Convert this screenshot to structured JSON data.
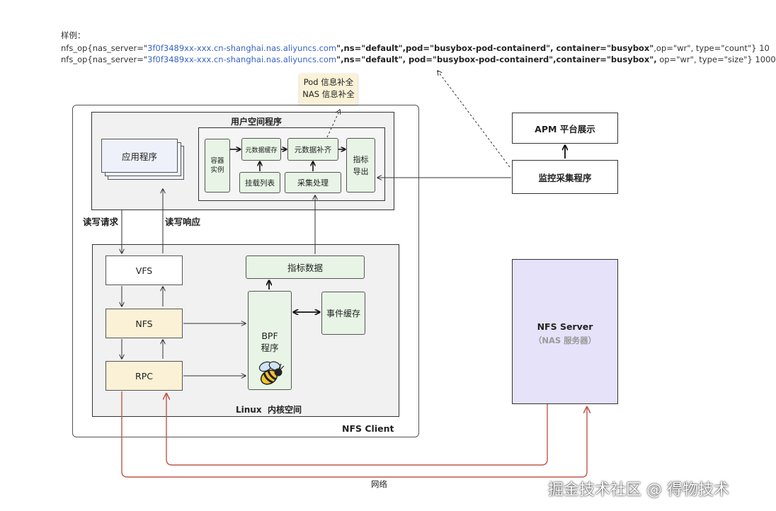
{
  "example": {
    "title": "样例：",
    "line1": {
      "prefix": "nfs_op{nas_server=\"",
      "server": "3f0f3489xx-xxx.cn-shanghai.nas.aliyuncs.com",
      "bold": "\",ns=\"default\",pod=\"busybox-pod-containerd\", container=\"busybox\"",
      "suffix": ",op=\"wr\", type=\"count\"} 10"
    },
    "line2": {
      "prefix": "nfs_op{nas_server=\"",
      "server": "3f0f3489xx-xxx.cn-shanghai.nas.aliyuncs.com",
      "bold": "\",ns=\"default\", pod=\"busybox-pod-containerd\",container=\"busybox\",",
      "suffix": " op=\"wr\", type=\"size\"} 1000"
    }
  },
  "note": {
    "line1": "Pod 信息补全",
    "line2": "NAS 信息补全"
  },
  "nfs_client": {
    "label": "NFS Client",
    "user_space": {
      "label": "用户空间程序",
      "app": "应用程序",
      "container": "容器实例",
      "meta_cache": "元数据缓存",
      "meta_fill": "元数据补齐",
      "mount_list": "挂载列表",
      "collect": "采集处理",
      "export": "指标导出"
    },
    "kernel": {
      "label": "Linux  内核空间",
      "vfs": "VFS",
      "nfs": "NFS",
      "rpc": "RPC",
      "metrics": "指标数据",
      "bpf_line1": "BPF",
      "bpf_line2": "程序",
      "event_cache": "事件缓存"
    },
    "rw_request": "读写请求",
    "rw_response": "读写响应"
  },
  "apm": {
    "label": "APM 平台展示"
  },
  "monitor": {
    "label": "监控采集程序"
  },
  "nfs_server": {
    "label": "NFS Server",
    "sub": "（NAS 服务器）"
  },
  "network": {
    "label": "网络"
  },
  "watermark": {
    "text": "掘金技术社区 @ 得物技术"
  },
  "colors": {
    "network_line": "#c0564a",
    "green_box": "#e8f5e6",
    "yellow_box": "#fbf1d6",
    "server_box": "#e6e2f9",
    "user_space_bg": "#f1f1f1",
    "app_box": "#eef1fa"
  }
}
